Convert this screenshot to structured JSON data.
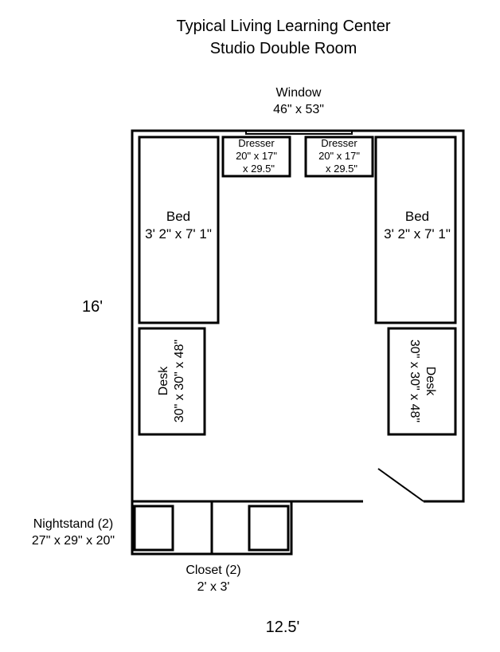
{
  "title": {
    "line1": "Typical Living Learning Center",
    "line2": "Studio Double Room"
  },
  "window": {
    "label": "Window",
    "size": "46\" x 53\""
  },
  "dressers": [
    {
      "label": "Dresser",
      "size1": "20\" x 17\"",
      "size2": "x 29.5\""
    },
    {
      "label": "Dresser",
      "size1": "20\" x 17\"",
      "size2": "x 29.5\""
    }
  ],
  "beds": [
    {
      "label": "Bed",
      "size": "3' 2\" x 7' 1\""
    },
    {
      "label": "Bed",
      "size": "3' 2\" x 7' 1\""
    }
  ],
  "desks": [
    {
      "label": "Desk",
      "size": "30\" x 30\" x 48\""
    },
    {
      "label": "Desk",
      "size": "30\" x 30\" x 48\""
    }
  ],
  "nightstand": {
    "label": "Nightstand (2)",
    "size": "27\" x 29\" x 20\""
  },
  "closet": {
    "label": "Closet (2)",
    "size": "2' x 3'"
  },
  "dimensions": {
    "height": "16'",
    "width": "12.5'"
  }
}
